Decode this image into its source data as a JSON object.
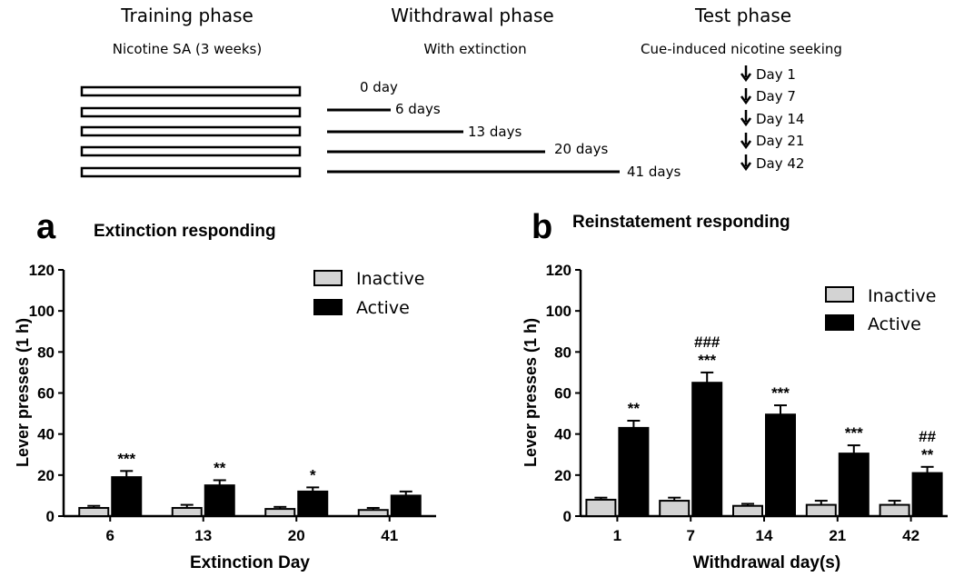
{
  "schematic": {
    "phases": [
      {
        "title": "Training phase",
        "subtitle": "Nicotine SA (3 weeks)"
      },
      {
        "title": "Withdrawal phase",
        "subtitle": "With extinction"
      },
      {
        "title": "Test phase",
        "subtitle": "Cue-induced nicotine seeking"
      }
    ],
    "withdrawal_labels": [
      "0 day",
      "6 days",
      "13 days",
      "20 days",
      "41 days"
    ],
    "test_days": [
      "Day 1",
      "Day 7",
      "Day 14",
      "Day 21",
      "Day 42"
    ]
  },
  "chart_data": [
    {
      "type": "bar",
      "panel_letter": "a",
      "title": "Extinction responding",
      "xlabel": "Extinction Day",
      "ylabel": "Lever presses (1 h)",
      "ylim": [
        0,
        120
      ],
      "yticks": [
        0,
        20,
        40,
        60,
        80,
        100,
        120
      ],
      "categories": [
        "6",
        "13",
        "20",
        "41"
      ],
      "legend_position": "top-right",
      "series": [
        {
          "name": "Inactive",
          "color": "#d3d3d3",
          "values": [
            4,
            4,
            3.5,
            3
          ],
          "errors": [
            1,
            1.5,
            1,
            1
          ]
        },
        {
          "name": "Active",
          "color": "#000000",
          "values": [
            19,
            15,
            12,
            10
          ],
          "errors": [
            3,
            2.5,
            2,
            2
          ]
        }
      ],
      "annotations": [
        {
          "category": "6",
          "lines": [
            "***"
          ]
        },
        {
          "category": "13",
          "lines": [
            "**"
          ]
        },
        {
          "category": "20",
          "lines": [
            "*"
          ]
        }
      ]
    },
    {
      "type": "bar",
      "panel_letter": "b",
      "title": "Reinstatement responding",
      "xlabel": "Withdrawal day(s)",
      "ylabel": "Lever presses (1 h)",
      "ylim": [
        0,
        120
      ],
      "yticks": [
        0,
        20,
        40,
        60,
        80,
        100,
        120
      ],
      "categories": [
        "1",
        "7",
        "14",
        "21",
        "42"
      ],
      "legend_position": "top-right",
      "series": [
        {
          "name": "Inactive",
          "color": "#d3d3d3",
          "values": [
            8,
            7.5,
            5,
            5.5,
            5.5
          ],
          "errors": [
            1,
            1.5,
            1,
            2,
            2
          ]
        },
        {
          "name": "Active",
          "color": "#000000",
          "values": [
            43,
            65,
            49.5,
            30.5,
            21
          ],
          "errors": [
            3.5,
            5,
            4.5,
            4,
            3
          ]
        }
      ],
      "annotations": [
        {
          "category": "1",
          "lines": [
            "**"
          ]
        },
        {
          "category": "7",
          "lines": [
            "###",
            "***"
          ]
        },
        {
          "category": "14",
          "lines": [
            "***"
          ]
        },
        {
          "category": "21",
          "lines": [
            "***"
          ]
        },
        {
          "category": "42",
          "lines": [
            "##",
            "**"
          ]
        }
      ]
    }
  ]
}
